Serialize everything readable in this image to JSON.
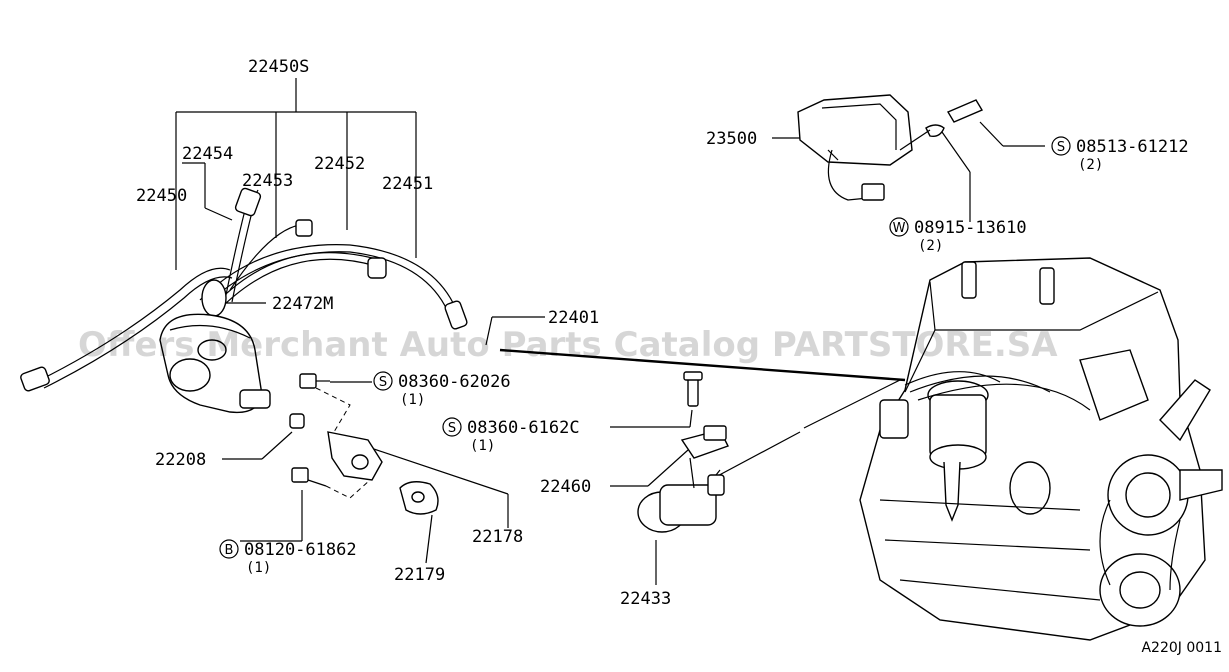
{
  "watermark": "Offers Merchant Auto Parts Catalog PARTSTORE.SA",
  "figure_ref": "A220J 0011",
  "parts": [
    {
      "id": "p22450S",
      "text": "22450S"
    },
    {
      "id": "p22454",
      "text": "22454"
    },
    {
      "id": "p22453",
      "text": "22453"
    },
    {
      "id": "p22452",
      "text": "22452"
    },
    {
      "id": "p22451",
      "text": "22451"
    },
    {
      "id": "p22450",
      "text": "22450"
    },
    {
      "id": "p22472M",
      "text": "22472M"
    },
    {
      "id": "p22401",
      "text": "22401"
    },
    {
      "id": "p22208",
      "text": "22208"
    },
    {
      "id": "p22178",
      "text": "22178"
    },
    {
      "id": "p22179",
      "text": "22179"
    },
    {
      "id": "p22460",
      "text": "22460"
    },
    {
      "id": "p22433",
      "text": "22433"
    },
    {
      "id": "p23500",
      "text": "23500"
    }
  ],
  "fasteners": [
    {
      "id": "f1",
      "symbol": "S",
      "part": "08360-62026",
      "qty": "(1)"
    },
    {
      "id": "f2",
      "symbol": "S",
      "part": "08360-6162C",
      "qty": "(1)"
    },
    {
      "id": "f3",
      "symbol": "B",
      "part": "08120-61862",
      "qty": "(1)"
    },
    {
      "id": "f4",
      "symbol": "S",
      "part": "08513-61212",
      "qty": "(2)"
    },
    {
      "id": "f5",
      "symbol": "W",
      "part": "08915-13610",
      "qty": "(2)"
    }
  ]
}
